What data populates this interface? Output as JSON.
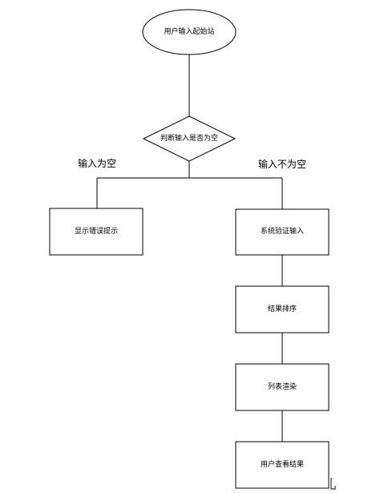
{
  "nodes": {
    "start": "用户输入起始站",
    "decision": "判断输入是否为空",
    "show_error": "显示错误提示",
    "validate": "系统验证输入",
    "sort": "结果排序",
    "render": "列表渲染",
    "view": "用户查看结果"
  },
  "branches": {
    "empty": "输入为空",
    "not_empty": "输入不为空"
  }
}
